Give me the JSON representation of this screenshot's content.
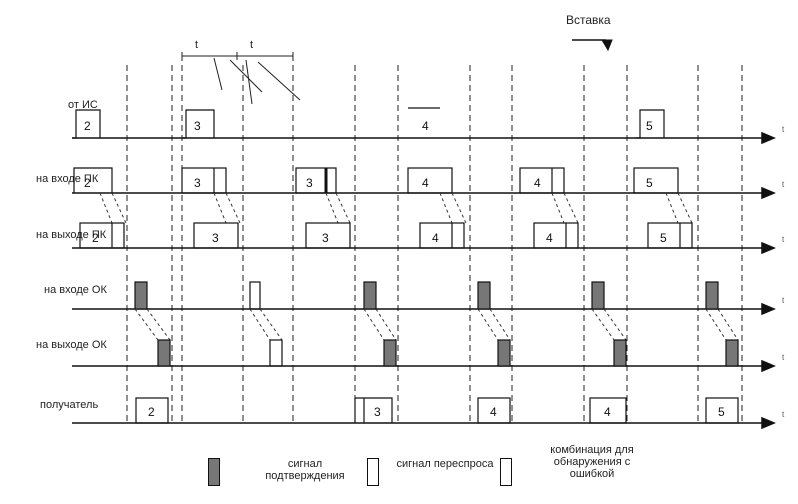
{
  "header": {
    "title": "Вставка"
  },
  "timing": {
    "t1": "t",
    "t2": "t"
  },
  "rows": [
    {
      "label": "от ИС"
    },
    {
      "label": "на входе ПК"
    },
    {
      "label": "на выходе ПК"
    },
    {
      "label": "на входе ОК"
    },
    {
      "label": "на выходе ОК"
    },
    {
      "label": "получатель"
    }
  ],
  "row0_blocks": [
    {
      "text": "2"
    },
    {
      "text": "3"
    },
    {
      "text": "4"
    },
    {
      "text": "5"
    }
  ],
  "row1_blocks": [
    {
      "text": "2"
    },
    {
      "text": "3"
    },
    {
      "text": "3"
    },
    {
      "text": "4"
    },
    {
      "text": "4"
    },
    {
      "text": "5"
    }
  ],
  "row2_blocks": [
    {
      "text": "2"
    },
    {
      "text": "3"
    },
    {
      "text": "3"
    },
    {
      "text": "4"
    },
    {
      "text": "4"
    },
    {
      "text": "5"
    }
  ],
  "row5_blocks": [
    {
      "text": "2"
    },
    {
      "text": "3"
    },
    {
      "text": "4"
    },
    {
      "text": "4"
    },
    {
      "text": "5"
    }
  ],
  "legend": {
    "item1": "сигнал подтверждения",
    "item2": "сигнал переспроса",
    "item3": "комбинация для обнаружения с ошибкой"
  },
  "colors": {
    "ack": "#777777",
    "line": "#111111"
  }
}
